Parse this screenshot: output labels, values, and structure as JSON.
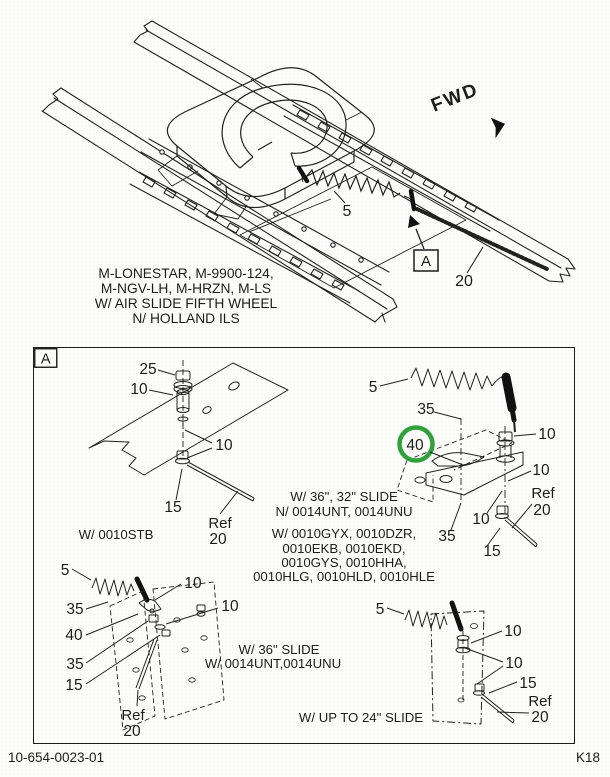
{
  "colors": {
    "highlight_green": "#2FA23B",
    "ink": "#1c1c1c"
  },
  "top_diagram": {
    "fwd_label": "FWD",
    "callout_5": "5",
    "callout_20": "20",
    "callout_a": "A",
    "model_note_lines": [
      "M-LONESTAR, M-9900-124,",
      "M-NGV-LH, M-HRZN, M-LS",
      "W/ AIR SLIDE FIFTH WHEEL",
      "N/ HOLLAND ILS"
    ]
  },
  "detail_box": {
    "corner_label": "A",
    "upper_left": {
      "callout_25": "25",
      "callout_10_top": "10",
      "callout_10_mid": "10",
      "callout_15": "15",
      "ref_label": "Ref",
      "callout_20": "20",
      "caption": "W/ 0010STB"
    },
    "middle_right": {
      "callout_5": "5",
      "callout_35_top": "35",
      "callout_40": "40",
      "callout_10_a": "10",
      "callout_10_b": "10",
      "ref_label": "Ref",
      "callout_20": "20",
      "callout_10_c": "10",
      "callout_35_bottom": "35",
      "callout_15": "15",
      "note_lines": [
        "W/ 36\", 32\" SLIDE",
        "N/ 0014UNT, 0014UNU"
      ],
      "applicability_lines": [
        "W/ 0010GYX, 0010DZR,",
        "0010EKB, 0010EKD,",
        "0010GYS, 0010HHA,",
        "0010HLG, 0010HLD, 0010HLE"
      ]
    },
    "lower_left": {
      "callout_5": "5",
      "callout_10_a": "10",
      "callout_10_b": "10",
      "callout_35_a": "35",
      "callout_40": "40",
      "callout_35_b": "35",
      "callout_15": "15",
      "ref_label": "Ref",
      "callout_20": "20",
      "caption_lines": [
        "W/ 36\" SLIDE",
        "W/ 0014UNT,0014UNU"
      ]
    },
    "lower_right": {
      "callout_5": "5",
      "callout_10_a": "10",
      "callout_10_b": "10",
      "callout_15": "15",
      "ref_label": "Ref",
      "callout_20": "20",
      "caption": "W/ UP TO 24\" SLIDE"
    }
  },
  "footer": {
    "part_number": "10-654-0023-01",
    "page_code": "K18"
  }
}
